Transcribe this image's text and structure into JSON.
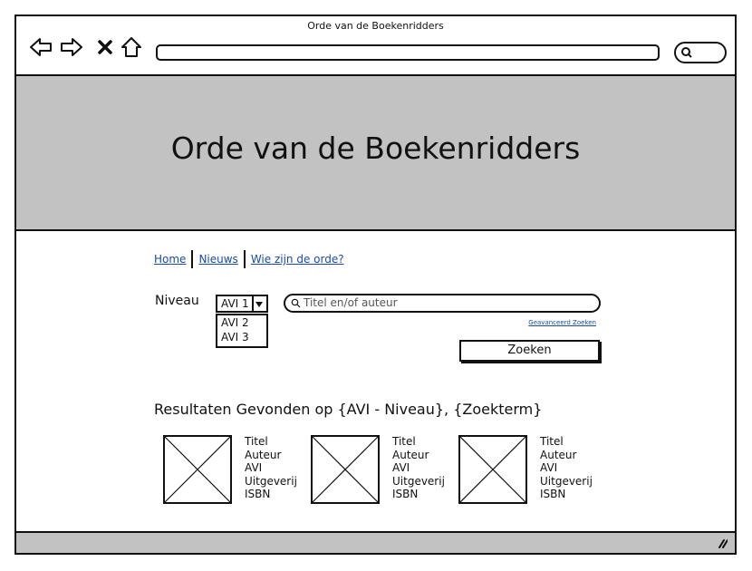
{
  "window": {
    "title": "Orde van de Boekenridders"
  },
  "icons": [
    "back-arrow-icon",
    "forward-arrow-icon",
    "close-x-icon",
    "home-icon",
    "search-icon",
    "resize-grip-icon",
    "image-placeholder-icon"
  ],
  "hero": {
    "title": "Orde van de Boekenridders"
  },
  "breadcrumb": {
    "items": [
      "Home",
      "Nieuws",
      "Wie zijn de orde?"
    ]
  },
  "filter": {
    "label": "Niveau",
    "selected": "AVI 1",
    "options": [
      "AVI 2",
      "AVI 3"
    ]
  },
  "search": {
    "placeholder": "Titel en/of auteur",
    "advanced_link": "Geavanceerd Zoeken",
    "button_label": "Zoeken"
  },
  "results": {
    "title": "Resultaten Gevonden op {AVI - Niveau}, {Zoekterm}",
    "items": [
      {
        "fields": [
          "Titel",
          "Auteur",
          "AVI",
          "Uitgeverij",
          "ISBN"
        ]
      },
      {
        "fields": [
          "Titel",
          "Auteur",
          "AVI",
          "Uitgeverij",
          "ISBN"
        ]
      },
      {
        "fields": [
          "Titel",
          "Auteur",
          "AVI",
          "Uitgeverij",
          "ISBN"
        ]
      }
    ]
  }
}
